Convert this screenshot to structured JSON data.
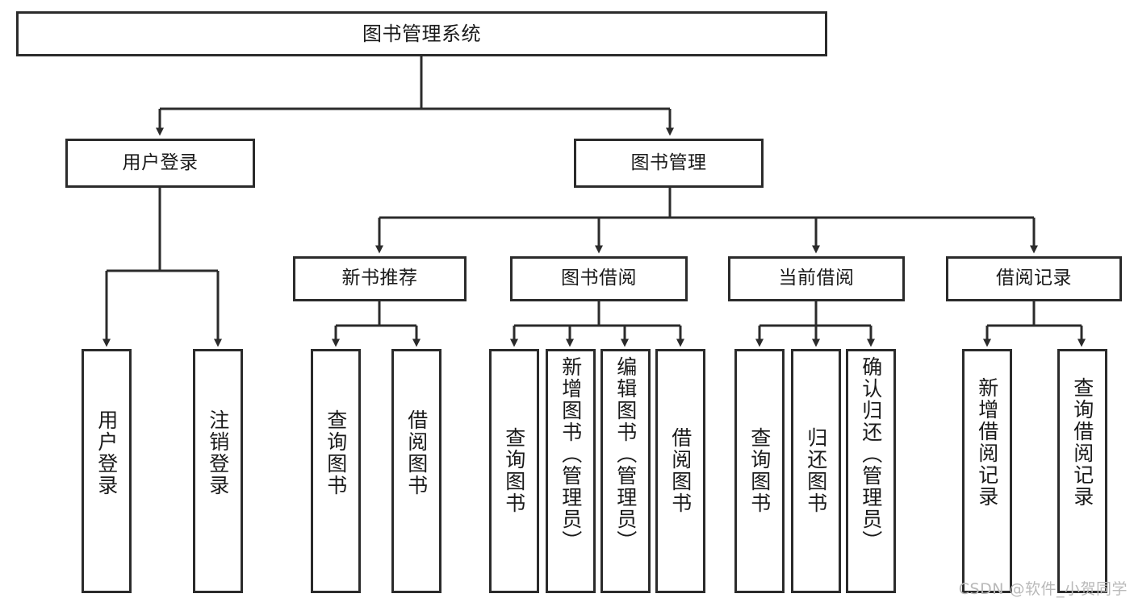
{
  "diagram": {
    "type": "tree-hierarchy",
    "title": "图书管理系统",
    "watermark": "CSDN @软件_小贺同学",
    "colors": {
      "box_border": "#2b2b2b",
      "box_fill": "#ffffff",
      "connector": "#2b2b2b",
      "text": "#1a1a1a",
      "watermark": "#b9b9b9"
    },
    "levels": {
      "root": {
        "label": "图书管理系统"
      },
      "level2": [
        {
          "id": "user-login",
          "label": "用户登录"
        },
        {
          "id": "book-manage",
          "label": "图书管理"
        }
      ],
      "level3": [
        {
          "id": "new-book-rec",
          "label": "新书推荐",
          "parent": "book-manage"
        },
        {
          "id": "book-borrow",
          "label": "图书借阅",
          "parent": "book-manage"
        },
        {
          "id": "current-borrow",
          "label": "当前借阅",
          "parent": "book-manage"
        },
        {
          "id": "borrow-record",
          "label": "借阅记录",
          "parent": "book-manage"
        }
      ],
      "leaves": [
        {
          "id": "leaf-user-login",
          "label": "用户登录",
          "parent": "user-login"
        },
        {
          "id": "leaf-logout",
          "label": "注销登录",
          "parent": "user-login"
        },
        {
          "id": "leaf-query-book-1",
          "label": "查询图书",
          "parent": "new-book-rec"
        },
        {
          "id": "leaf-borrow-book-1",
          "label": "借阅图书",
          "parent": "new-book-rec"
        },
        {
          "id": "leaf-query-book-2",
          "label": "查询图书",
          "parent": "book-borrow"
        },
        {
          "id": "leaf-add-book",
          "label": "新增图书（管理员）",
          "parent": "book-borrow"
        },
        {
          "id": "leaf-edit-book",
          "label": "编辑图书（管理员）",
          "parent": "book-borrow"
        },
        {
          "id": "leaf-borrow-book-2",
          "label": "借阅图书",
          "parent": "book-borrow"
        },
        {
          "id": "leaf-query-book-3",
          "label": "查询图书",
          "parent": "current-borrow"
        },
        {
          "id": "leaf-return-book",
          "label": "归还图书",
          "parent": "current-borrow"
        },
        {
          "id": "leaf-confirm-return",
          "label": "确认归还（管理员）",
          "parent": "current-borrow"
        },
        {
          "id": "leaf-add-record",
          "label": "新增借阅记录",
          "parent": "borrow-record"
        },
        {
          "id": "leaf-query-record",
          "label": "查询借阅记录",
          "parent": "borrow-record"
        }
      ]
    }
  }
}
